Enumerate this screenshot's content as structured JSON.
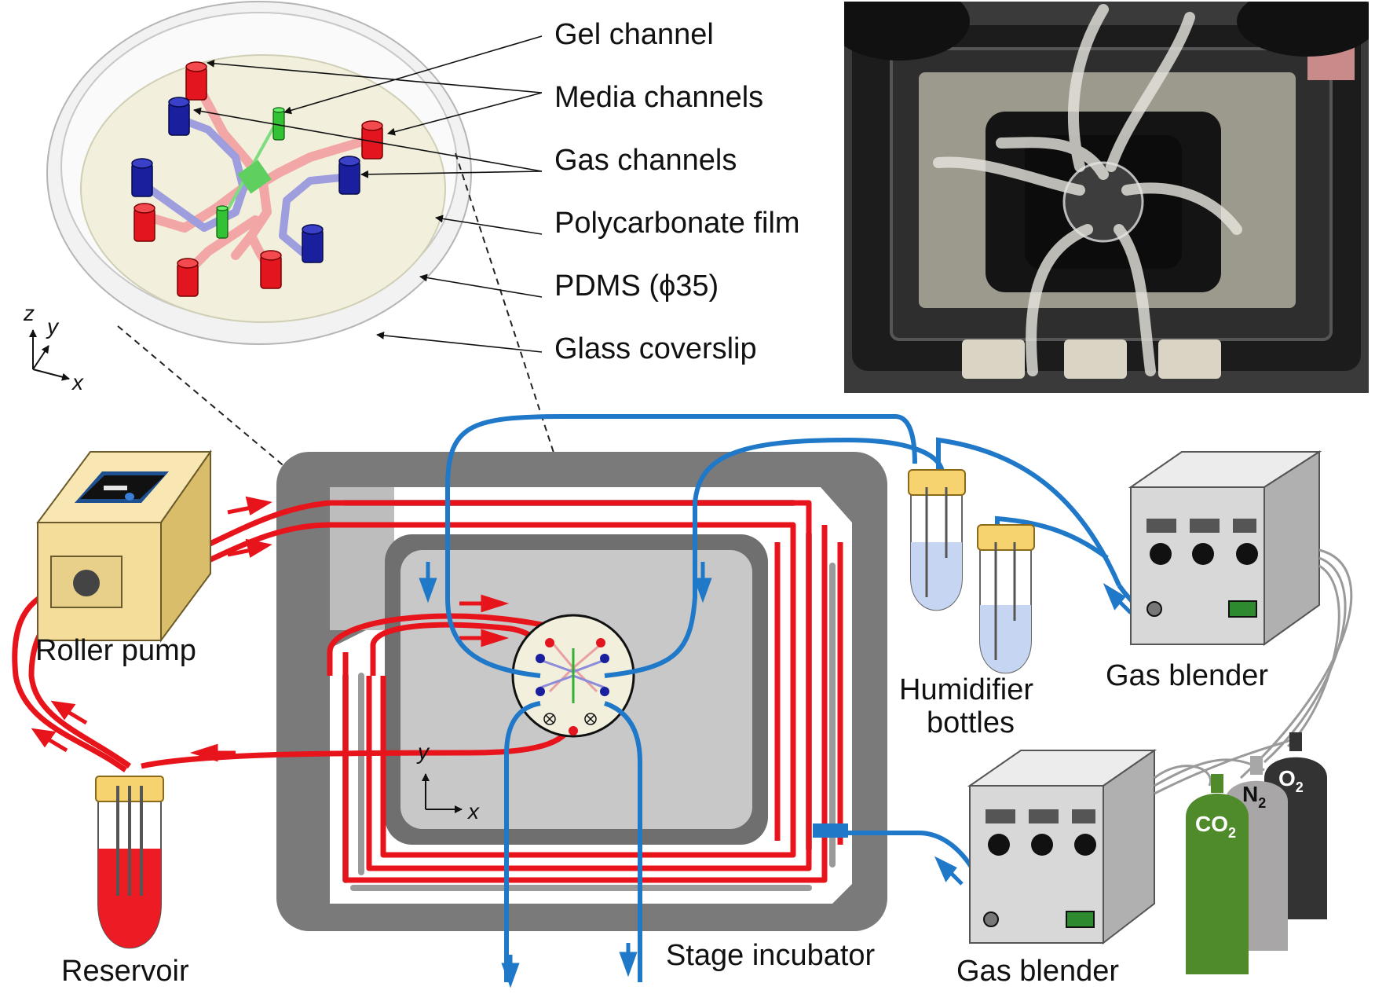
{
  "callouts": {
    "gel_channel": "Gel channel",
    "media_channels": "Media channels",
    "gas_channels": "Gas channels",
    "polycarbonate_film": "Polycarbonate film",
    "pdms": "PDMS (ϕ35)",
    "glass_coverslip": "Glass coverslip"
  },
  "axes": {
    "chip_z": "z",
    "chip_y": "y",
    "chip_x": "x",
    "stage_y": "y",
    "stage_x": "x"
  },
  "components": {
    "roller_pump": "Roller pump",
    "reservoir": "Reservoir",
    "humidifier_line1": "Humidifier",
    "humidifier_line2": "bottles",
    "gas_blender_top": "Gas blender",
    "gas_blender_bottom": "Gas blender",
    "stage_incubator": "Stage incubator"
  },
  "cylinders": {
    "co2": "CO",
    "co2_sub": "2",
    "n2": "N",
    "n2_sub": "2",
    "o2": "O",
    "o2_sub": "2"
  },
  "colors": {
    "media_red": "#e8141b",
    "gas_blue": "#1f78c8",
    "gel_green": "#2fbf2f",
    "pump_tan": "#f4dc9a",
    "co2_green": "#4f8a2b",
    "n2_gray": "#a8a6a6",
    "o2_dark": "#333333",
    "incubator_gray": "#7a7a7a"
  },
  "icons": {
    "photo": "microscope-stage-photo",
    "arrow": "flow-arrow"
  }
}
